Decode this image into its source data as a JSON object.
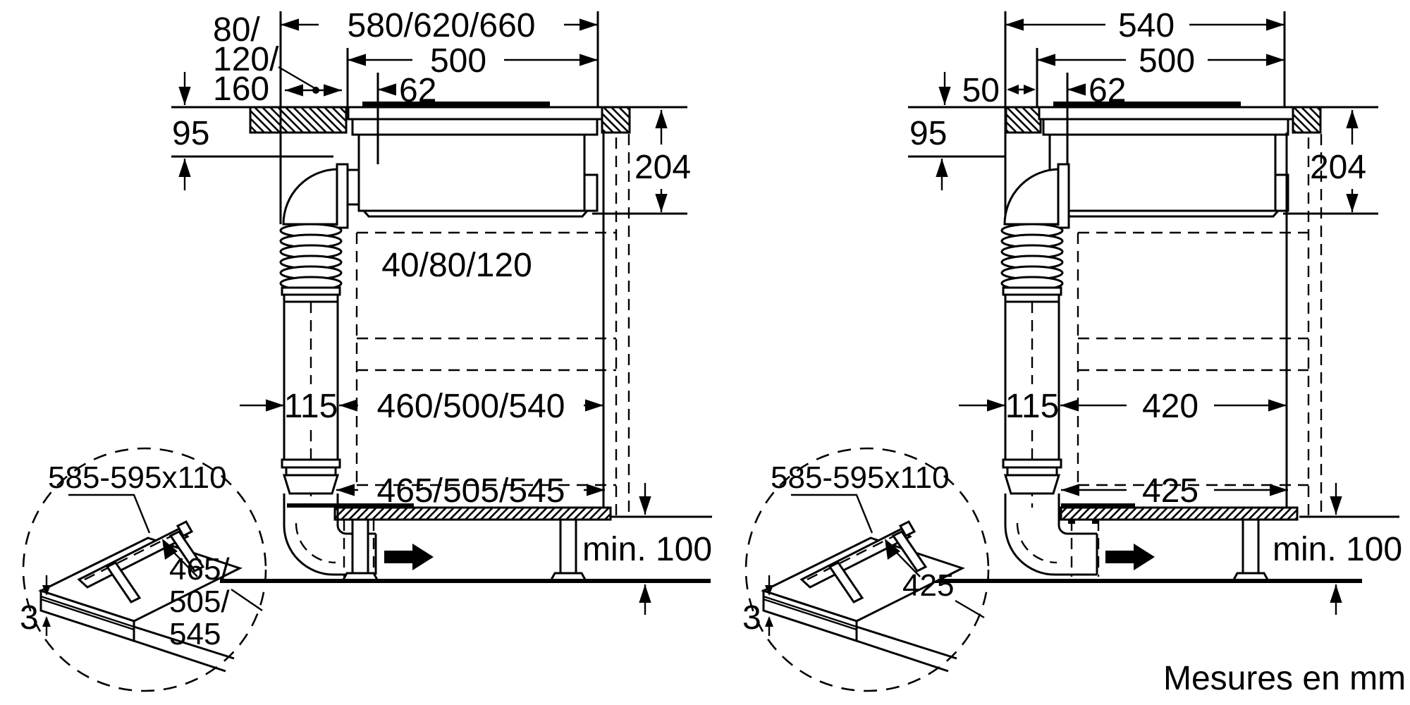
{
  "colors": {
    "line": "#000000",
    "background": "#ffffff"
  },
  "footer": {
    "units_note": "Mesures en mm"
  },
  "left_diagram": {
    "dims": {
      "top_width": "580/620/660",
      "hob_width": "500",
      "inlet_offset": "62",
      "wall_gap_line1": "80/",
      "wall_gap_line2": "120/",
      "wall_gap_line3": "160",
      "worktop_to_duct": "95",
      "under_worktop_height": "204",
      "duct_clearance": "40/80/120",
      "duct_width": "115",
      "inner_depth": "460/500/540",
      "niche_depth": "465/505/545",
      "floor_clearance": "min. 100"
    },
    "detail": {
      "cutout_size": "585-595x110",
      "panel_thickness": "3",
      "cutout_depth_line1": "465/",
      "cutout_depth_line2": "505/",
      "cutout_depth_line3": "545"
    }
  },
  "right_diagram": {
    "dims": {
      "top_width": "540",
      "hob_width": "500",
      "inlet_offset": "62",
      "wall_gap": "50",
      "worktop_to_duct": "95",
      "under_worktop_height": "204",
      "duct_width": "115",
      "inner_depth": "420",
      "niche_depth": "425",
      "floor_clearance": "min. 100"
    },
    "detail": {
      "cutout_size": "585-595x110",
      "panel_thickness": "3",
      "cutout_depth": "425"
    }
  }
}
